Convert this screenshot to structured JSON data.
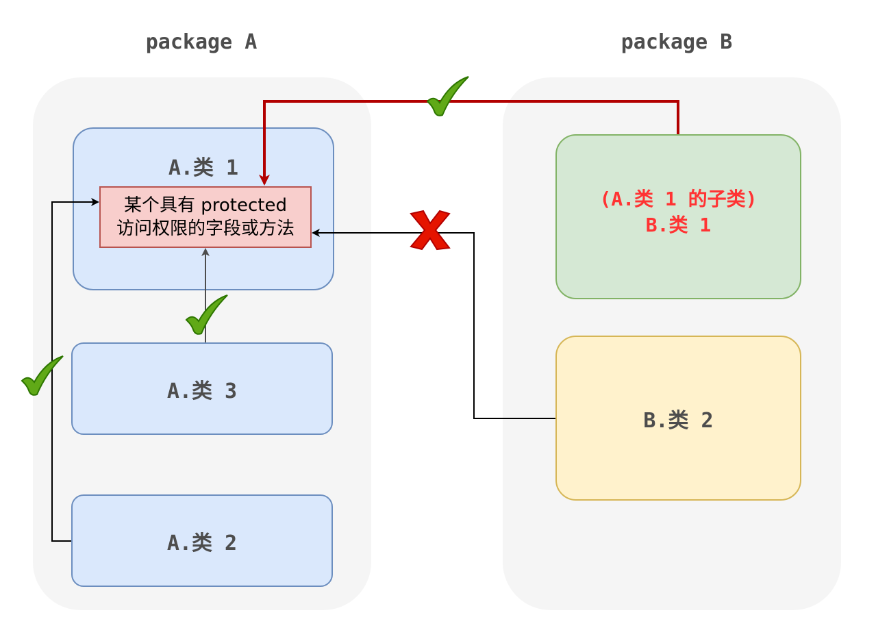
{
  "packages": {
    "a": {
      "title": "package A"
    },
    "b": {
      "title": "package B"
    }
  },
  "classes": {
    "a1": {
      "label": "A.类 1"
    },
    "a3": {
      "label": "A.类 3"
    },
    "a2": {
      "label": "A.类 2"
    },
    "b1": {
      "line1": "(A.类 1 的子类)",
      "line2": "B.类 1"
    },
    "b2": {
      "label": "B.类 2"
    }
  },
  "field": {
    "line1": "某个具有 protected",
    "line2": "访问权限的字段或方法"
  },
  "colors": {
    "blue_fill": "#dae8fc",
    "blue_stroke": "#6c8ebf",
    "green_fill": "#d5e8d4",
    "green_stroke": "#82b366",
    "yellow_fill": "#fff2cc",
    "yellow_stroke": "#d6b656",
    "red_fill": "#f8cecc",
    "red_stroke": "#b85450",
    "subclass_text": "#ff3333",
    "allowed_mark": "#4d9900",
    "denied_mark": "#e51400",
    "inherit_arrow": "#b20000"
  },
  "marks": {
    "allowed": "check-icon",
    "denied": "cross-icon"
  }
}
